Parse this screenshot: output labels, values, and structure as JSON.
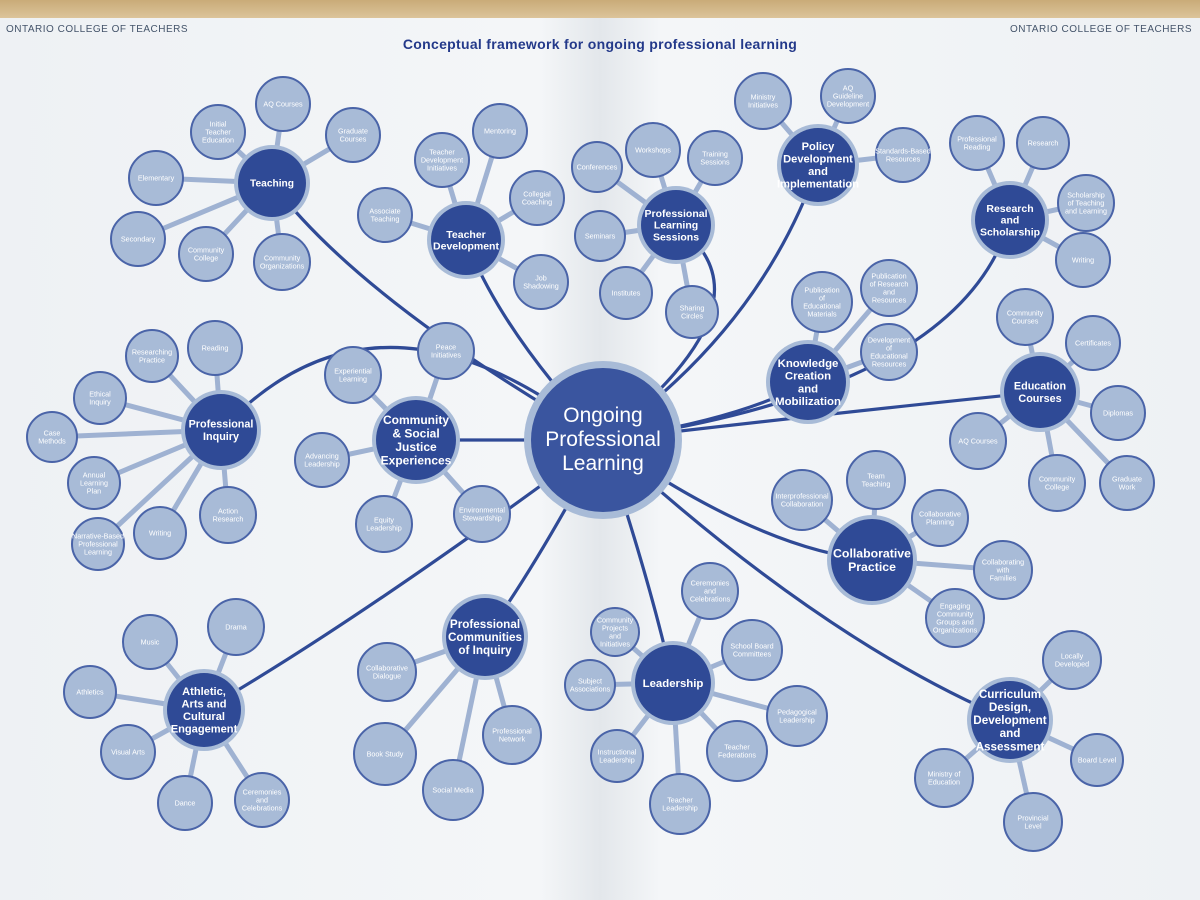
{
  "header": {
    "left": "ONTARIO COLLEGE OF TEACHERS",
    "right": "ONTARIO COLLEGE OF TEACHERS",
    "title": "Conceptual framework for ongoing professional learning"
  },
  "colors": {
    "core_fill": "#3a559f",
    "hub_fill": "#2f4a96",
    "leaf_fill": "#a8bbd7",
    "leaf_stroke": "#4a64a8",
    "trunk": "#2f4a96",
    "spoke": "#9fb2d2"
  },
  "center": {
    "label": "Ongoing Professional Learning"
  },
  "hubs": [
    {
      "id": "teaching",
      "label": "Teaching",
      "leaves": [
        "Initial Teacher Education",
        "AQ Courses",
        "Graduate Courses",
        "Elementary",
        "Secondary",
        "Community College",
        "Community Organizations"
      ]
    },
    {
      "id": "teacher-development",
      "label": "Teacher Development",
      "leaves": [
        "Teacher Development Initiatives",
        "Mentoring",
        "Collegial Coaching",
        "Associate Teaching",
        "Job Shadowing"
      ]
    },
    {
      "id": "professional-learning-sessions",
      "label": "Professional Learning Sessions",
      "leaves": [
        "Conferences",
        "Workshops",
        "Training Sessions",
        "Seminars",
        "Institutes",
        "Sharing Circles"
      ]
    },
    {
      "id": "policy-development",
      "label": "Policy Development and Implementation",
      "leaves": [
        "Ministry Initiatives",
        "AQ Guideline Development",
        "Standards-Based Resources"
      ]
    },
    {
      "id": "research-scholarship",
      "label": "Research and Scholarship",
      "leaves": [
        "Professional Reading",
        "Research",
        "Scholarship of Teaching and Learning",
        "Writing"
      ]
    },
    {
      "id": "professional-inquiry",
      "label": "Professional Inquiry",
      "leaves": [
        "Researching Practice",
        "Reading",
        "Ethical Inquiry",
        "Case Methods",
        "Annual Learning Plan",
        "Narrative-Based Professional Learning",
        "Writing",
        "Action Research"
      ]
    },
    {
      "id": "community-social-justice",
      "label": "Community & Social Justice Experiences",
      "leaves": [
        "Experiential Learning",
        "Peace Initiatives",
        "Advancing Leadership",
        "Equity Leadership",
        "Environmental Stewardship"
      ]
    },
    {
      "id": "knowledge-creation",
      "label": "Knowledge Creation and Mobilization",
      "leaves": [
        "Publication of Educational Materials",
        "Publication of Research and Resources",
        "Development of Educational Resources"
      ]
    },
    {
      "id": "education-courses",
      "label": "Education Courses",
      "leaves": [
        "Community Courses",
        "Certificates",
        "Diplomas",
        "AQ Courses",
        "Community College",
        "Graduate Work"
      ]
    },
    {
      "id": "collaborative-practice",
      "label": "Collaborative Practice",
      "leaves": [
        "Team Teaching",
        "Interprofessional Collaboration",
        "Collaborative Planning",
        "Collaborating with Families",
        "Engaging Community Groups and Organizations"
      ]
    },
    {
      "id": "athletic-arts",
      "label": "Athletic, Arts and Cultural Engagement",
      "leaves": [
        "Music",
        "Drama",
        "Athletics",
        "Visual Arts",
        "Dance",
        "Ceremonies and Celebrations"
      ]
    },
    {
      "id": "professional-communities",
      "label": "Professional Communities of Inquiry",
      "leaves": [
        "Collaborative Dialogue",
        "Book Study",
        "Social Media",
        "Professional Network"
      ]
    },
    {
      "id": "leadership",
      "label": "Leadership",
      "leaves": [
        "Community Projects and Initiatives",
        "Ceremonies and Celebrations",
        "School Board Committees",
        "Subject Associations",
        "Pedagogical Leadership",
        "Instructional Leadership",
        "Teacher Federations",
        "Teacher Leadership"
      ]
    },
    {
      "id": "curriculum-design",
      "label": "Curriculum Design, Development and Assessment",
      "leaves": [
        "Locally Developed",
        "Board Level",
        "Provincial Level",
        "Ministry of Education"
      ]
    }
  ]
}
